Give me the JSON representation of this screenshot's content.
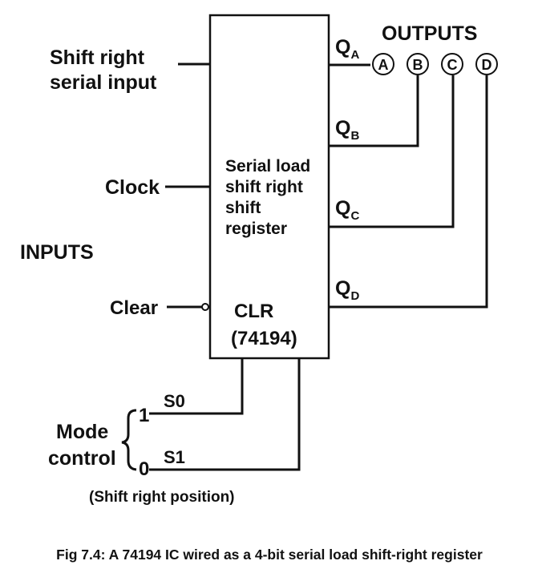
{
  "diagram": {
    "ic_box": {
      "lines": [
        "Serial load",
        "shift right",
        "shift",
        "register"
      ],
      "clr": "CLR",
      "part": "(74194)"
    },
    "inputs": {
      "group_label": "INPUTS",
      "shift_right_line1": "Shift right",
      "shift_right_line2": "serial input",
      "clock": "Clock",
      "clear": "Clear"
    },
    "outputs": {
      "group_label": "OUTPUTS",
      "q_main": "Q",
      "q_subs": [
        "A",
        "B",
        "C",
        "D"
      ],
      "nodes": [
        "A",
        "B",
        "C",
        "D"
      ]
    },
    "mode": {
      "label_line1": "Mode",
      "label_line2": "control",
      "s0": "S0",
      "s1": "S1",
      "s0_value": "1",
      "s1_value": "0",
      "note": "(Shift right position)"
    },
    "caption": "Fig 7.4: A 74194 IC wired as a 4-bit serial load shift-right register"
  }
}
